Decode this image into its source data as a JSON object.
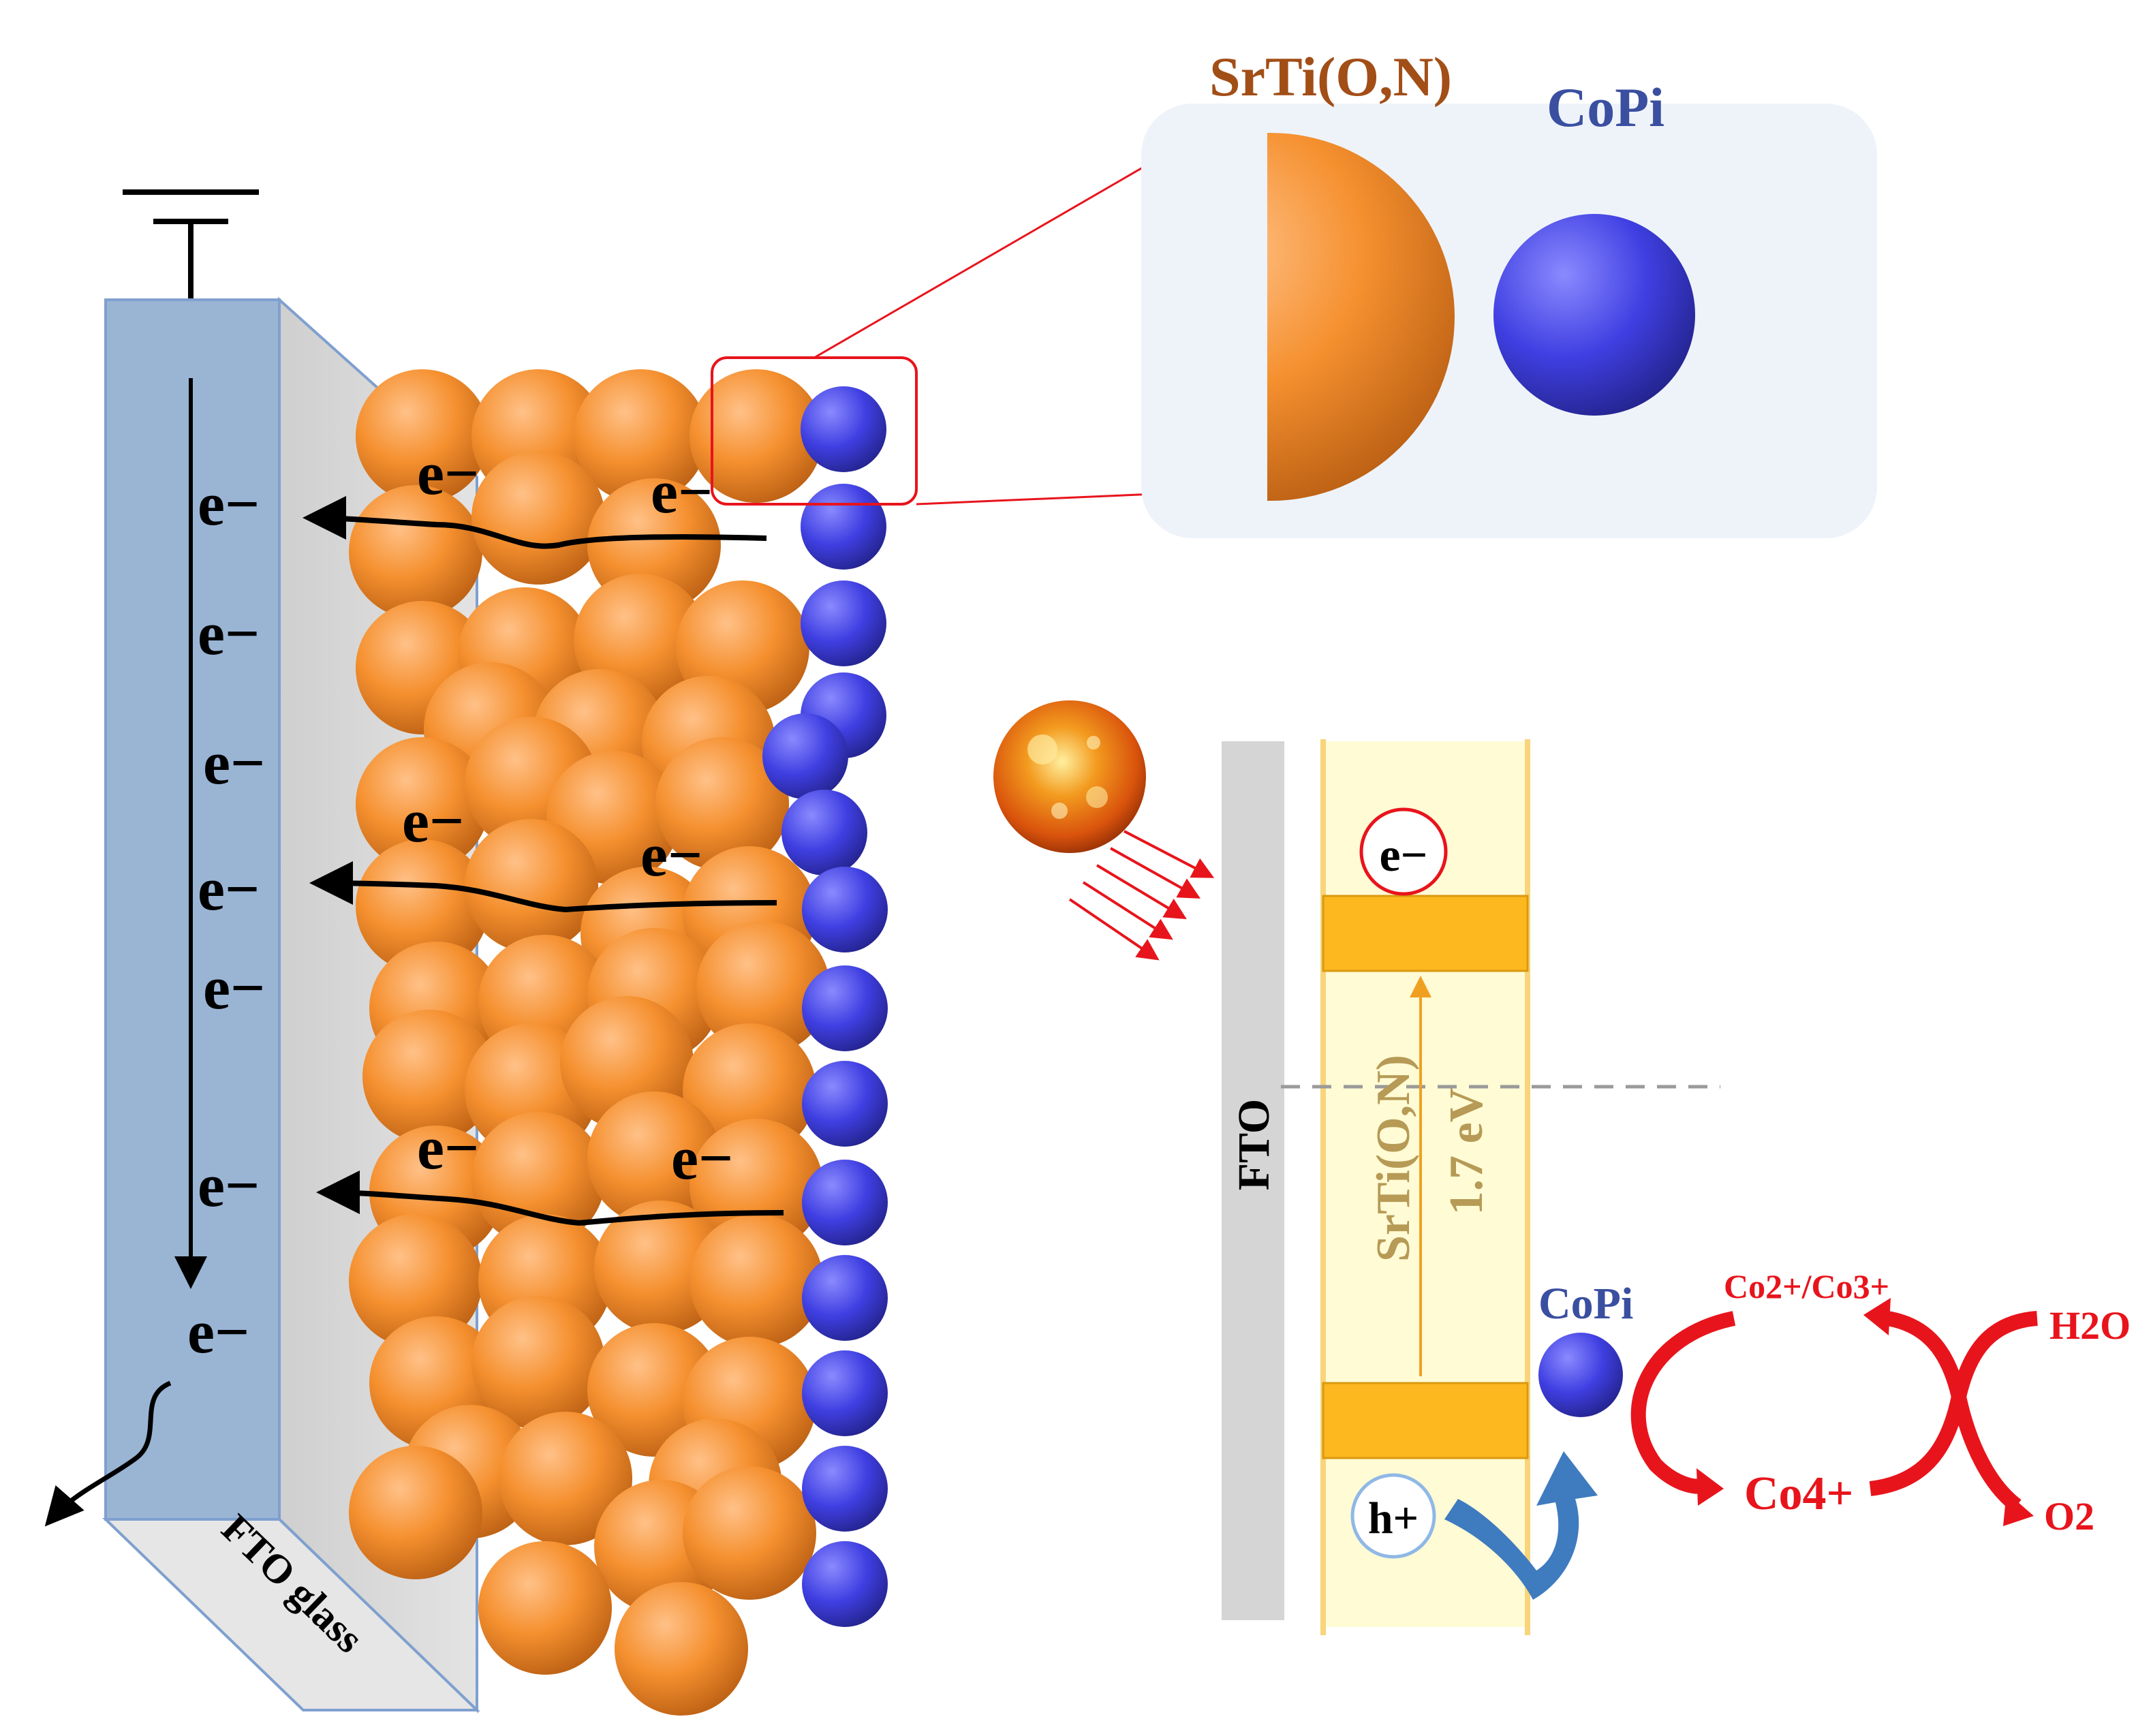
{
  "colors": {
    "orange": "#f28a2e",
    "blue": "#3d3de0",
    "fto_plate": "#9ab4d4",
    "fto_side": "#d5d5d5",
    "red": "#e8141c",
    "band_fill": "#fdb71f",
    "gap_fill": "#fffbd5",
    "gap_label": "#b69a55",
    "copi_label": "#3a4fa0",
    "srti_label": "#a24e17",
    "curve_arrow": "#3f7bbf"
  },
  "inset": {
    "srti_label": "SrTi(O,N)",
    "copi_label": "CoPi"
  },
  "electrode": {
    "fto_glass_label": "FTO glass",
    "electron_label": "e−"
  },
  "band_diagram": {
    "fto_label": "FTO",
    "electron_label": "e−",
    "hole_label": "h+",
    "material_label": "SrTi(O,N)",
    "band_gap_label": "1.7 eV",
    "copi_label": "CoPi",
    "light_source_icon": "sun-icon"
  },
  "catalysis": {
    "co_couple": "Co2+/Co3+",
    "co4": "Co4+",
    "water": "H2O",
    "oxygen": "O2"
  }
}
